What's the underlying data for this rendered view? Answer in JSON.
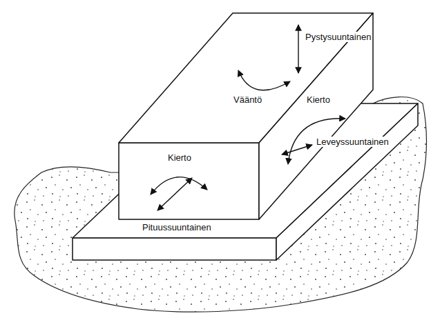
{
  "diagram": {
    "labels": [
      "Pystysuuntainen",
      "Vääntö",
      "Kierto",
      "Leveyssuuntainen",
      "Kierto",
      "Pituussuuntainen"
    ]
  }
}
